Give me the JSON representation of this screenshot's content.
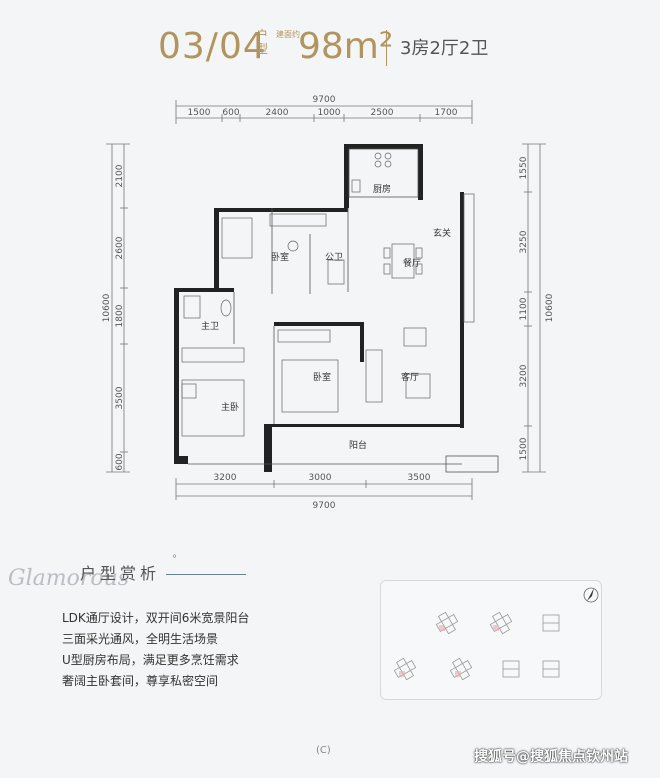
{
  "header": {
    "unit": "03/04",
    "huxing": "户型",
    "area_label": "建面约",
    "area": "98m²",
    "rooms": "3房2厅2卫"
  },
  "plan": {
    "top_total": "9700",
    "top_dims": [
      "1500",
      "600",
      "2400",
      "1000",
      "2500",
      "1700"
    ],
    "bottom_dims": [
      "3200",
      "3000",
      "3500"
    ],
    "bottom_total": "9700",
    "left_dims": [
      "2100",
      "2600",
      "1800",
      "3500",
      "600"
    ],
    "left_total": "10600",
    "right_dims": [
      "1550",
      "3250",
      "1100",
      "3200",
      "1500"
    ],
    "right_total": "10600",
    "rooms": {
      "kitchen": "厨房",
      "entry": "玄关",
      "bedroom_top": "卧室",
      "public_bath": "公卫",
      "dining": "餐厅",
      "master_bath": "主卫",
      "bedroom_mid": "卧室",
      "living": "客厅",
      "master_bedroom": "主卧",
      "balcony": "阳台"
    }
  },
  "analysis": {
    "title": "户型赏析",
    "script": "Glamorous",
    "points": [
      "LDK通厅设计，双开间6米宽景阳台",
      "三面采光通风，全明生活场景",
      "U型厨房布局，满足更多烹饪需求",
      "奢阔主卧套间，尊享私密空间"
    ]
  },
  "footer": {
    "mark": "(C)",
    "watermark": "搜狐号@搜狐焦点钦州站"
  }
}
